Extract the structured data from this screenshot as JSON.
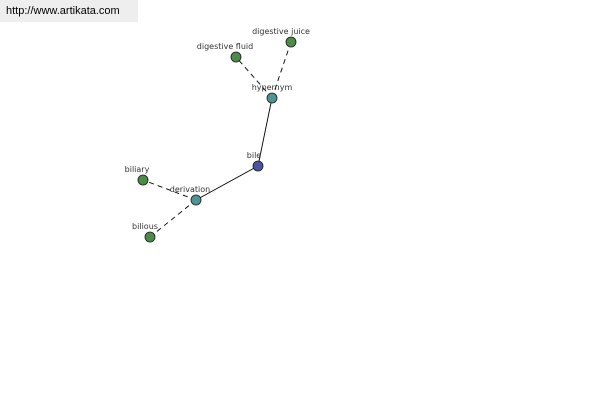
{
  "site": {
    "url": "http://www.artikata.com"
  },
  "colors": {
    "edge": "#000000",
    "leaf": "#4e8a4a",
    "relation": "#4f9494",
    "root": "#4a55a0",
    "node_stroke": "#1a1a1a",
    "label": "#333333"
  },
  "graph": {
    "nodes": [
      {
        "id": "bile",
        "label": "bile",
        "kind": "root"
      },
      {
        "id": "hypernym",
        "label": "hypernym",
        "kind": "relation"
      },
      {
        "id": "derivation",
        "label": "derivation",
        "kind": "relation"
      },
      {
        "id": "digestive-fluid",
        "label": "digestive fluid",
        "kind": "leaf"
      },
      {
        "id": "digestive-juice",
        "label": "digestive juice",
        "kind": "leaf"
      },
      {
        "id": "biliary",
        "label": "biliary",
        "kind": "leaf"
      },
      {
        "id": "bilious",
        "label": "bilious",
        "kind": "leaf"
      }
    ],
    "edges": [
      {
        "from": "bile",
        "to": "hypernym",
        "style": "solid"
      },
      {
        "from": "bile",
        "to": "derivation",
        "style": "solid"
      },
      {
        "from": "hypernym",
        "to": "digestive-fluid",
        "style": "dashed"
      },
      {
        "from": "hypernym",
        "to": "digestive-juice",
        "style": "dashed"
      },
      {
        "from": "derivation",
        "to": "biliary",
        "style": "dashed"
      },
      {
        "from": "derivation",
        "to": "bilious",
        "style": "dashed"
      }
    ]
  }
}
